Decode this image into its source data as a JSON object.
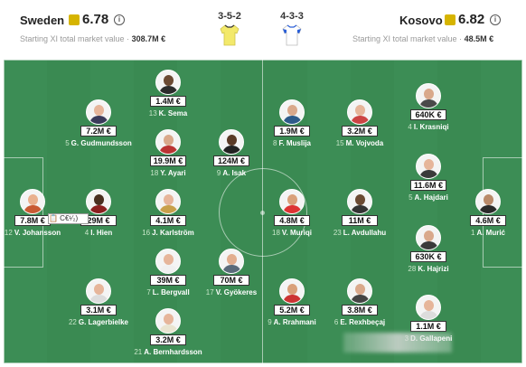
{
  "home": {
    "name": "Sweden",
    "rating": "6.78",
    "mv_label": "Starting XI total market value ·",
    "mv_value": "308.7M €",
    "formation": "3-5-2"
  },
  "away": {
    "name": "Kosovo",
    "rating": "6.82",
    "mv_label": "Starting XI total market value ·",
    "mv_value": "48.5M €",
    "formation": "4-3-3"
  },
  "info_glyph": "i",
  "tooltip_text": "📋 C€¹⁄₂)",
  "colors": {
    "pitch": "#3a8a52",
    "pitch_stripe": "#358049",
    "rating_badge": "#d6b400",
    "home_kit": "#f3e96b",
    "away_kit": "#ffffff"
  },
  "players": [
    {
      "num": "13",
      "name": "K. Sema",
      "value": "1.4M €",
      "skin": "#6b4a33",
      "kit": "#2c2c2c"
    },
    {
      "num": "5",
      "name": "G. Gudmundsson",
      "value": "7.2M €",
      "skin": "#e6b59a",
      "kit": "#3a3a5a"
    },
    {
      "num": "18",
      "name": "Y. Ayari",
      "value": "19.9M €",
      "skin": "#d9a88b",
      "kit": "#b33"
    },
    {
      "num": "9",
      "name": "A. Isak",
      "value": "124M €",
      "skin": "#5a3a26",
      "kit": "#222"
    },
    {
      "num": "12",
      "name": "V. Johansson",
      "value": "7.8M €",
      "skin": "#e9b08e",
      "kit": "#c85a33"
    },
    {
      "num": "4",
      "name": "I. Hien",
      "value": "29M €",
      "skin": "#4a2f20",
      "kit": "#8a1f1f"
    },
    {
      "num": "16",
      "name": "J. Karlström",
      "value": "4.1M €",
      "skin": "#e6b59a",
      "kit": "#c8a04a"
    },
    {
      "num": "7",
      "name": "L. Bergvall",
      "value": "39M €",
      "skin": "#e6b59a",
      "kit": "#f0f0f0"
    },
    {
      "num": "17",
      "name": "V. Gyökeres",
      "value": "70M €",
      "skin": "#e2ae8f",
      "kit": "#5a6a7a"
    },
    {
      "num": "22",
      "name": "G. Lagerbielke",
      "value": "3.1M €",
      "skin": "#e6b59a",
      "kit": "#dcdcdc"
    },
    {
      "num": "21",
      "name": "A. Bernhardsson",
      "value": "3.2M €",
      "skin": "#e6b59a",
      "kit": "#e9e4d0"
    },
    {
      "num": "4",
      "name": "I. Krasniqi",
      "value": "640K €",
      "skin": "#d9a88b",
      "kit": "#4a4a4a"
    },
    {
      "num": "8",
      "name": "F. Muslija",
      "value": "1.9M €",
      "skin": "#d9a88b",
      "kit": "#2d5a8a"
    },
    {
      "num": "15",
      "name": "M. Vojvoda",
      "value": "3.2M €",
      "skin": "#e6b59a",
      "kit": "#c44"
    },
    {
      "num": "5",
      "name": "A. Hajdari",
      "value": "11.6M €",
      "skin": "#e6b59a",
      "kit": "#3a3a3a"
    },
    {
      "num": "18",
      "name": "V. Muriqi",
      "value": "4.8M €",
      "skin": "#d9a07a",
      "kit": "#d33"
    },
    {
      "num": "23",
      "name": "L. Avdullahu",
      "value": "11M €",
      "skin": "#6b4a33",
      "kit": "#333"
    },
    {
      "num": "1",
      "name": "A. Murić",
      "value": "4.6M €",
      "skin": "#b98a6a",
      "kit": "#2a2a2a"
    },
    {
      "num": "28",
      "name": "K. Hajrizi",
      "value": "630K €",
      "skin": "#d9a88b",
      "kit": "#3a3a3a"
    },
    {
      "num": "9",
      "name": "A. Rrahmani",
      "value": "5.2M €",
      "skin": "#d9a07a",
      "kit": "#c33"
    },
    {
      "num": "6",
      "name": "E. Rexhbeçaj",
      "value": "3.8M €",
      "skin": "#d9a88b",
      "kit": "#444"
    },
    {
      "num": "3",
      "name": "D. Gallapeni",
      "value": "1.1M €",
      "skin": "#e6b59a",
      "kit": "#dcdcdc"
    }
  ]
}
